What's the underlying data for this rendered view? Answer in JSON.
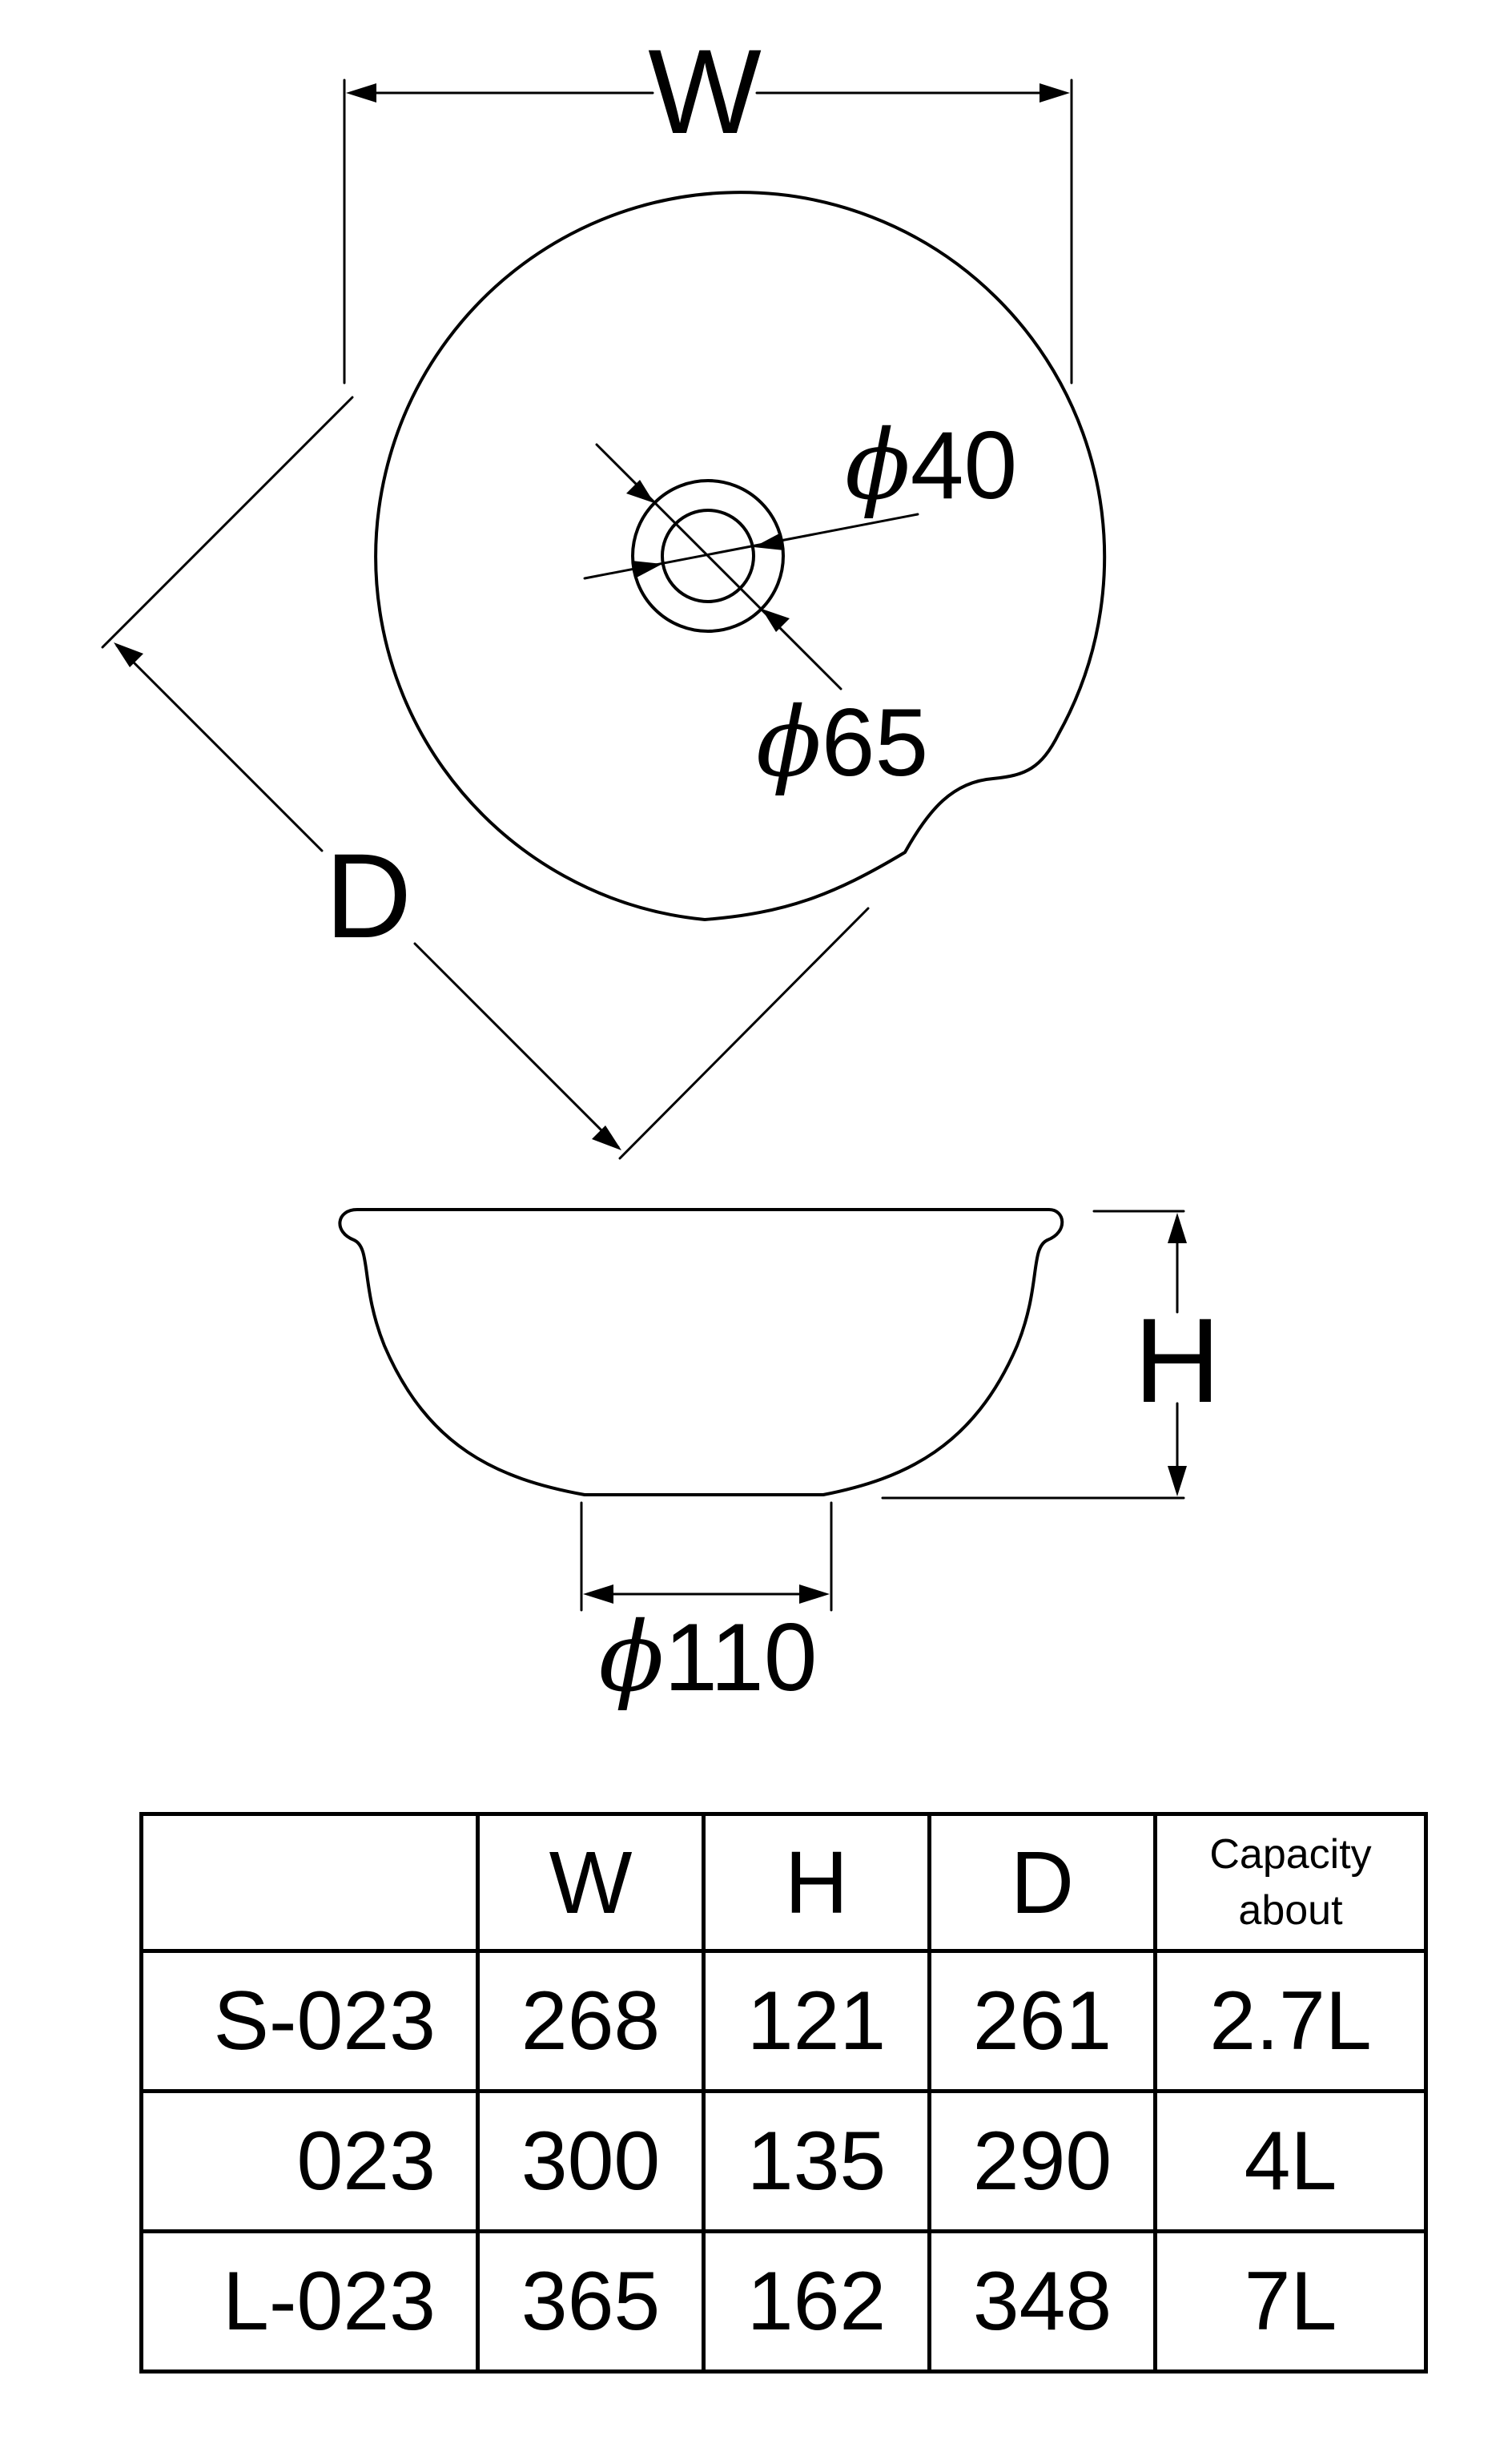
{
  "drawing": {
    "top_view": {
      "width_label": "W",
      "depth_label": "D",
      "inner_hole": {
        "prefix": "ϕ",
        "value": "40"
      },
      "outer_ring": {
        "prefix": "ϕ",
        "value": "65"
      }
    },
    "side_view": {
      "height_label": "H",
      "base": {
        "prefix": "ϕ",
        "value": "110"
      }
    }
  },
  "table": {
    "headers": [
      "",
      "W",
      "H",
      "D"
    ],
    "capacity_header": {
      "line1": "Capacity",
      "line2": "about"
    },
    "rows": [
      {
        "model": "S-023",
        "w": "268",
        "h": "121",
        "d": "261",
        "capacity": "2.7L"
      },
      {
        "model": "023",
        "w": "300",
        "h": "135",
        "d": "290",
        "capacity": "4L"
      },
      {
        "model": "L-023",
        "w": "365",
        "h": "162",
        "d": "348",
        "capacity": "7L"
      }
    ]
  }
}
